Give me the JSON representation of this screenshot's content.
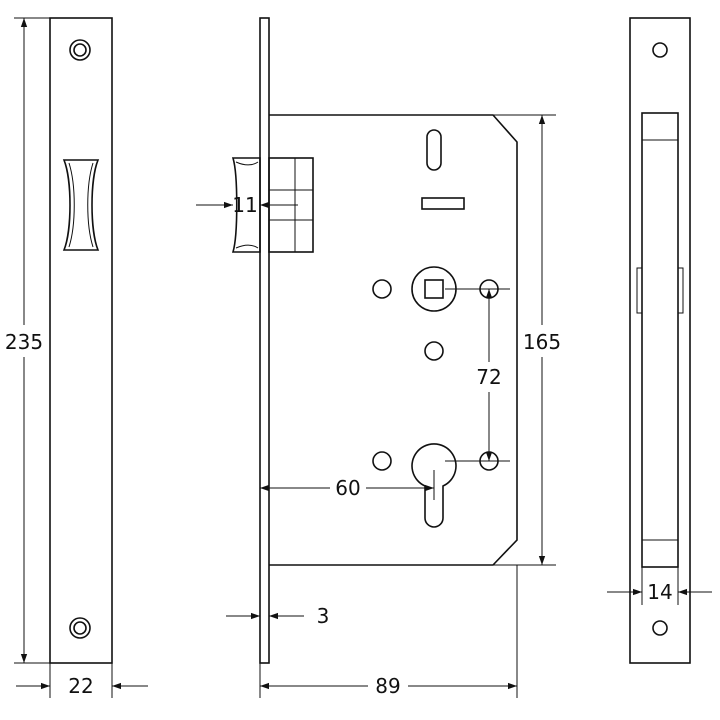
{
  "drawing": {
    "dimensions": {
      "faceplate_height": "235",
      "faceplate_width": "22",
      "latch_projection": "11",
      "faceplate_thickness": "3",
      "backset": "60",
      "centre_distance": "72",
      "case_height": "165",
      "case_depth": "89",
      "case_width": "14"
    }
  }
}
